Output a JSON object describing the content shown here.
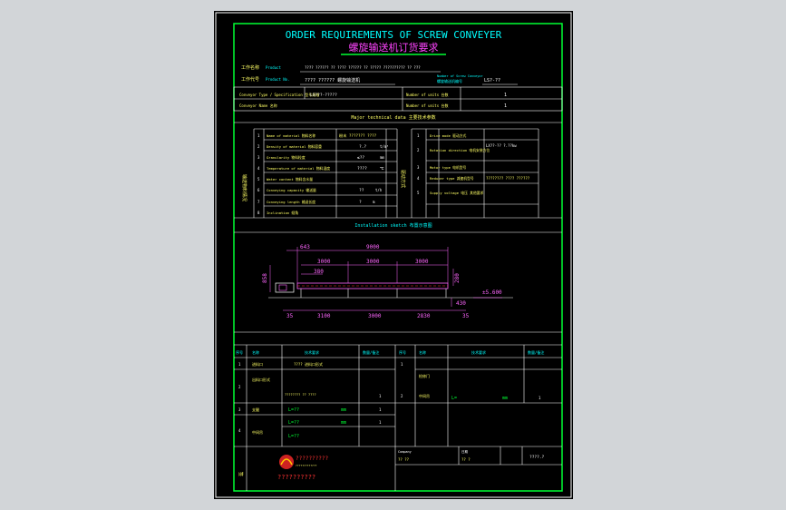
{
  "title": {
    "en": "ORDER REQUIREMENTS OF SCREW CONVEYER",
    "cn": "螺旋输送机订货要求"
  },
  "header": {
    "row1_label": "工作名称",
    "row1_label_en": "Product",
    "row1_value": "???? ?????? ?? ???? ?????? ?? ????? ?????????? ?? ???",
    "row2_label": "工作代号",
    "row2_label_en": "Product No.",
    "row2_value": "???? ??????  螺旋输送机",
    "row2_right_label": "Number of Screw Conveyor",
    "row2_right_label_cn": "螺旋输送机编号",
    "row2_right_value": "LS?-??"
  },
  "spec_rows": {
    "a_label": "Conveyor Type / Specification 型号规格",
    "a_value": "LS???-?????",
    "a_right_label": "Number of units 台数",
    "a_right_value": "1",
    "b_label": "Conveyor Name 名称",
    "b_right_label": "Number of units 台数",
    "b_right_value": "1"
  },
  "params_heading": "Major technical data 主要技术参数",
  "left_side_label": "输送物料情况",
  "left_rows": [
    {
      "no": "1",
      "label": "Name of material 物料名称",
      "value": "粉末 ??????? ????",
      "unit": ""
    },
    {
      "no": "2",
      "label": "Density of material 物料容重",
      "value": "?.?",
      "unit": "t/m³"
    },
    {
      "no": "3",
      "label": "Granularity 物料粒度",
      "value": "≤??",
      "unit": "mm"
    },
    {
      "no": "4",
      "label": "Temperature of material 物料温度",
      "value": "????",
      "unit": "℃"
    },
    {
      "no": "5",
      "label": "Water content 物料含水量",
      "value": "",
      "unit": ""
    },
    {
      "no": "6",
      "label": "Conveying capacity 输送量",
      "value": "??",
      "unit": "t/h"
    },
    {
      "no": "7",
      "label": "Conveying length 输送长度",
      "value": "?",
      "unit": "m"
    },
    {
      "no": "8",
      "label": "Inclination 倾角",
      "value": "",
      "unit": ""
    }
  ],
  "right_side_label": "驱动方式",
  "right_rows": [
    {
      "no": "1",
      "label": "Drive mode 驱动方式",
      "value": ""
    },
    {
      "no": "2",
      "label": "Rotation direction 电机安装方位",
      "value": "LX??-?? ?.??kw"
    },
    {
      "no": "3",
      "label": "Motor type 电机型号",
      "value": ""
    },
    {
      "no": "4",
      "label": "Reducer type 减速机型号",
      "value": "???????? ???? ??????"
    },
    {
      "no": "5",
      "label": "Supply voltage 电压 其他要求",
      "value": ""
    }
  ],
  "arrangement_heading": "Installation sketch 布置示意图",
  "drawing": {
    "dim_top_total": "9000",
    "dim_left_offset": "643",
    "dim_sections": [
      "3000",
      "3000",
      "3000"
    ],
    "dim_inlet": "380",
    "dim_height_left": "858",
    "dim_height_right": "280",
    "dim_bottom": [
      "3100",
      "3000",
      "2830"
    ],
    "dim_end_left": "35",
    "dim_end_right": "35",
    "dim_drop": "430",
    "elevation": "±5.600"
  },
  "bottom_table": {
    "col_headers": [
      "序号",
      "名称",
      "技术要求",
      "数量/备注"
    ],
    "left_rows": [
      {
        "no": "1",
        "name": "进料口",
        "req": "???? 进料口形式",
        "qty": ""
      },
      {
        "no": "2",
        "name": "出料口形式",
        "req": "???????? ?? ????",
        "qty": "1"
      },
      {
        "no": "3",
        "name": "支腿",
        "req": "L=??",
        "unit": "mm",
        "qty": "1"
      },
      {
        "no": "4",
        "name": "中间吊",
        "req": "L=??",
        "unit": "mm",
        "qty": "1"
      }
    ],
    "left_extra": "L=??",
    "right_rows": [
      {
        "no": "1",
        "name": "检修门",
        "req": "",
        "qty": ""
      },
      {
        "no": "2",
        "name": "中间吊",
        "req": "L=",
        "unit": "mm",
        "qty": "1"
      }
    ]
  },
  "title_block": {
    "company": "??????????",
    "company_sub": "?????????????",
    "bottom_left_label": "签",
    "name": "??????????",
    "field_labels": [
      "Company",
      "日期"
    ],
    "field_values": [
      "?? ??",
      "?? ?"
    ],
    "date": "????.?"
  }
}
